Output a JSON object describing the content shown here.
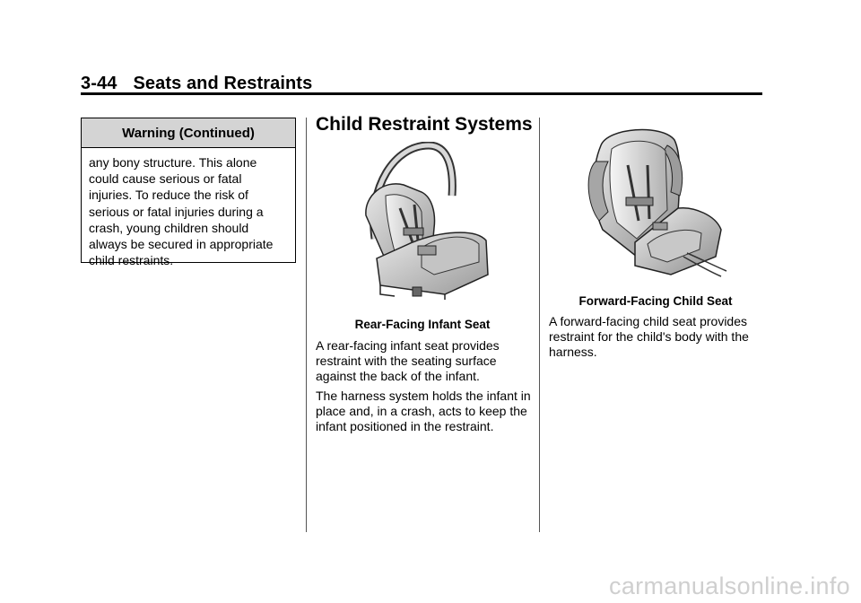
{
  "header": {
    "page_number": "3-44",
    "section": "Seats and Restraints"
  },
  "warning": {
    "title": "Warning  (Continued)",
    "body": "any bony structure. This alone could cause serious or fatal injuries. To reduce the risk of serious or fatal injuries during a crash, young children should always be secured in appropriate child restraints."
  },
  "child_restraints": {
    "title": "Child Restraint Systems",
    "rear_caption": "Rear-Facing Infant Seat",
    "rear_para_1": "A rear-facing infant seat provides restraint with the seating surface against the back of the infant.",
    "rear_para_2": "The harness system holds the infant in place and, in a crash, acts to keep the infant positioned in the restraint.",
    "forward_caption": "Forward-Facing Child Seat",
    "forward_para": "A forward-facing child seat provides restraint for the child's body with the harness."
  },
  "watermark": "carmanualsonline.info"
}
